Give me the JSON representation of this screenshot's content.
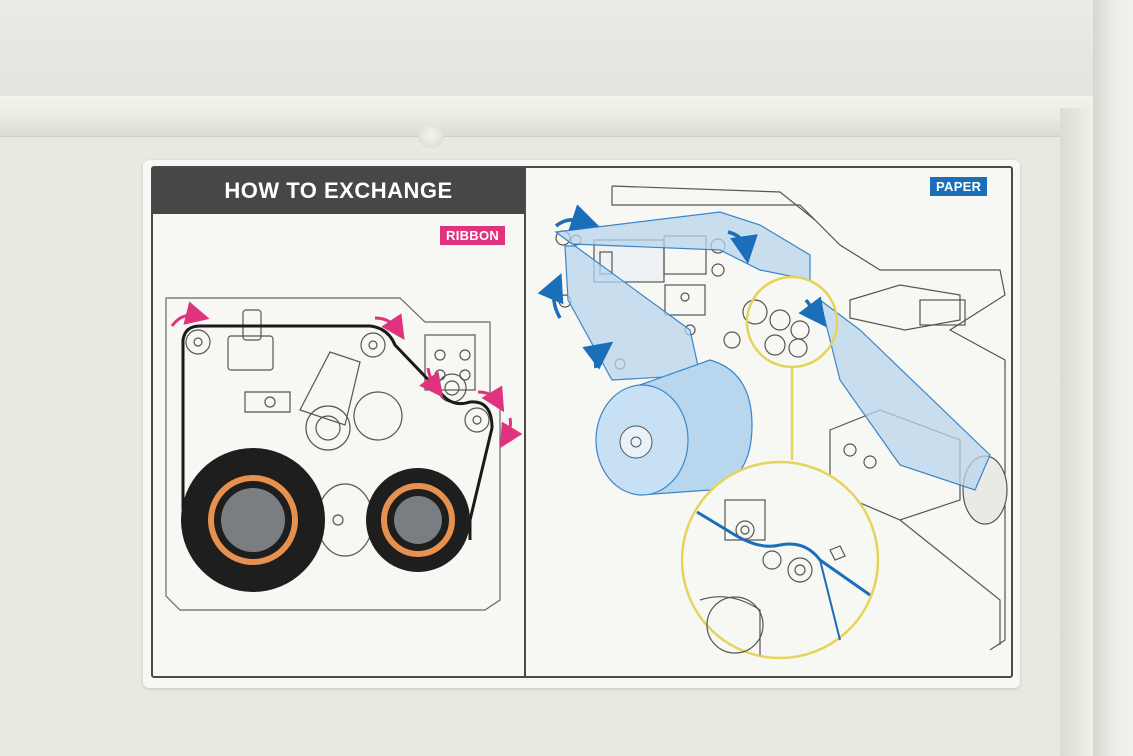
{
  "sticker": {
    "title": "HOW TO EXCHANGE",
    "ribbon_label": "RIBBON",
    "paper_label": "PAPER"
  },
  "colors": {
    "ribbon_accent": "#e0337d",
    "paper_accent": "#1b6fb8",
    "header_bg": "#474747",
    "paper_fill": "#b8d6ee",
    "detail_circle": "#e6d35a",
    "spool_core": "#e6914f"
  }
}
